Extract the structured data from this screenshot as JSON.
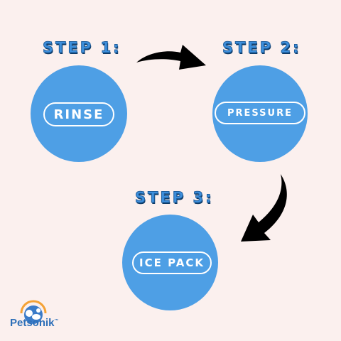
{
  "steps": [
    {
      "label": "STEP 1:",
      "action": "RINSE"
    },
    {
      "label": "STEP 2:",
      "action": "PRESSURE"
    },
    {
      "label": "STEP 3:",
      "action": "ICE PACK"
    }
  ],
  "brand": {
    "name": "Petsonik",
    "trademark": "™"
  },
  "colors": {
    "background": "#fbf0ee",
    "circle": "#4e9fe5",
    "step_label": "#3d8fdc",
    "arrow": "#000000"
  }
}
